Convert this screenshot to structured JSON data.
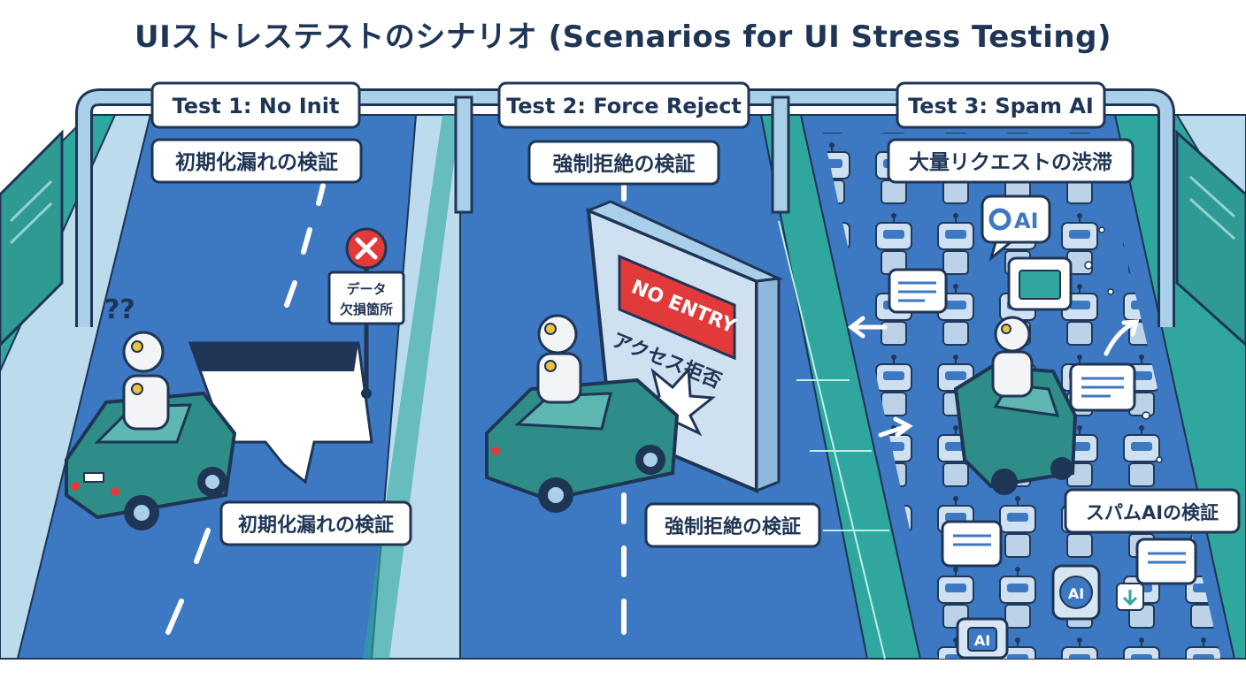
{
  "title": "UIストレステストのシナリオ (Scenarios for UI Stress Testing)",
  "lanes": [
    {
      "header": "Test 1: No Init",
      "subtitle": "初期化漏れの検証",
      "sign": {
        "line1": "データ",
        "line2": "欠損箇所"
      },
      "marks": "??",
      "bottom_label": "初期化漏れの検証"
    },
    {
      "header": "Test 2: Force Reject",
      "subtitle": "強制拒絶の検証",
      "barrier": {
        "banner": "NO ENTRY",
        "text": "アクセス拒否"
      },
      "bottom_label": "強制拒絶の検証"
    },
    {
      "header": "Test 3: Spam AI",
      "subtitle": "大量リクエストの渋滞",
      "ai_bubble": "AI",
      "robot_badges": [
        "AI",
        "AI"
      ],
      "bottom_label": "スパムAIの検証"
    }
  ],
  "colors": {
    "road": "#3d79c2",
    "road_dark": "#2a5a9a",
    "side_green": "#2fa79e",
    "side_light": "#bcdcee",
    "gantry": "#a9cfe9",
    "outline": "#1f3556",
    "car": "#2e8d86",
    "alert": "#e23a3a"
  },
  "icons": [
    "x-mark-icon",
    "gear-icon",
    "folder-icon",
    "download-icon",
    "arrow-icon"
  ]
}
